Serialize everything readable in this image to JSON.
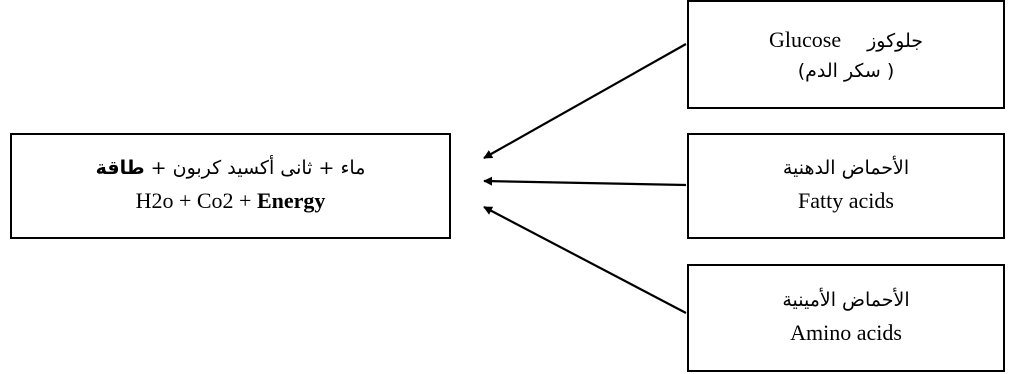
{
  "result_box": {
    "line1_prefix": "ماء + ثانى أكسيد كربون + ",
    "line1_bold": "طاقة",
    "line2_prefix": "H2o + Co2 + ",
    "line2_bold": "Energy"
  },
  "source_boxes": {
    "glucose": {
      "arabic": "جلوكوز",
      "english": "Glucose",
      "note": "( سكر الدم)"
    },
    "fatty_acids": {
      "arabic": "الأحماض الدهنية",
      "english": "Fatty acids"
    },
    "amino_acids": {
      "arabic": "الأحماض الأمينية",
      "english": "Amino acids"
    }
  },
  "colors": {
    "stroke": "#000000",
    "background": "#ffffff"
  }
}
